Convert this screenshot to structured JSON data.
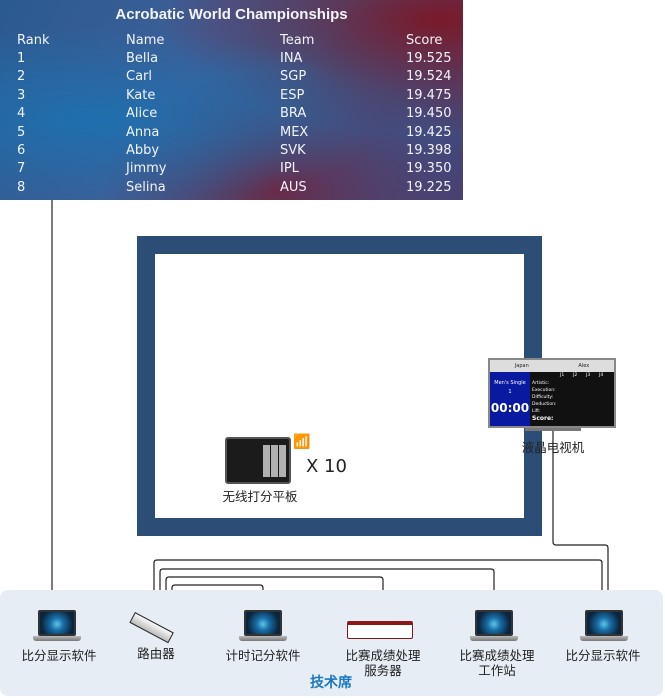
{
  "scoreboard": {
    "title": "Acrobatic World Championships",
    "headers": [
      "Rank",
      "Name",
      "Team",
      "Score"
    ],
    "rows": [
      [
        "1",
        "Bella",
        "INA",
        "19.525"
      ],
      [
        "2",
        "Carl",
        "SGP",
        "19.524"
      ],
      [
        "3",
        "Kate",
        "ESP",
        "19.475"
      ],
      [
        "4",
        "Alice",
        "BRA",
        "19.450"
      ],
      [
        "5",
        "Anna",
        "MEX",
        "19.425"
      ],
      [
        "6",
        "Abby",
        "SVK",
        "19.398"
      ],
      [
        "7",
        "Jimmy",
        "IPL",
        "19.350"
      ],
      [
        "8",
        "Selina",
        "AUS",
        "19.225"
      ]
    ]
  },
  "tablet": {
    "label": "无线打分平板",
    "count": "X 10"
  },
  "tv": {
    "label": "液晶电视机",
    "team": "Japan",
    "athlete": "Alex",
    "event": "Men's Single",
    "number": "1",
    "timer": "00:00",
    "judges": [
      "J1",
      "J2",
      "J3",
      "J4"
    ],
    "fields": [
      "Artistic:",
      "Execution:",
      "Difficulty:",
      "Deduction:",
      "Lift:"
    ],
    "score_label": "Score:"
  },
  "tech_area": {
    "title": "技术席",
    "devices": [
      "比分显示软件",
      "路由器",
      "计时记分软件",
      "比赛成绩处理\n服务器",
      "比赛成绩处理\n工作站",
      "比分显示软件"
    ]
  },
  "colors": {
    "frame": "#2c4d76",
    "area": "#e6edf4",
    "title": "#1a78c2"
  }
}
